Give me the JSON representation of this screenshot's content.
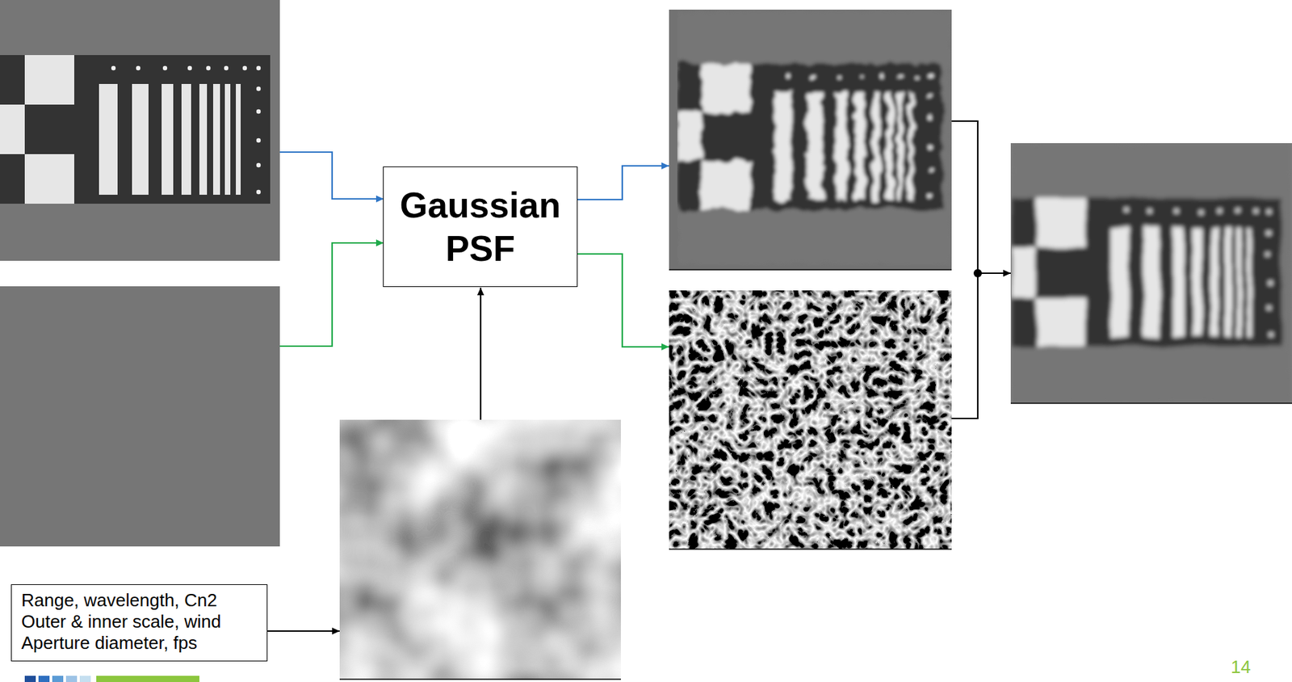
{
  "diagram": {
    "nodes": [
      {
        "text": [
          "Gaussian PSF"
        ]
      },
      {
        "text": [
          "Range, wavelength, Cn2 Outer & inner scale, wind Aperture diameter, fps"
        ]
      }
    ],
    "labels": [
      "14"
    ]
  }
}
